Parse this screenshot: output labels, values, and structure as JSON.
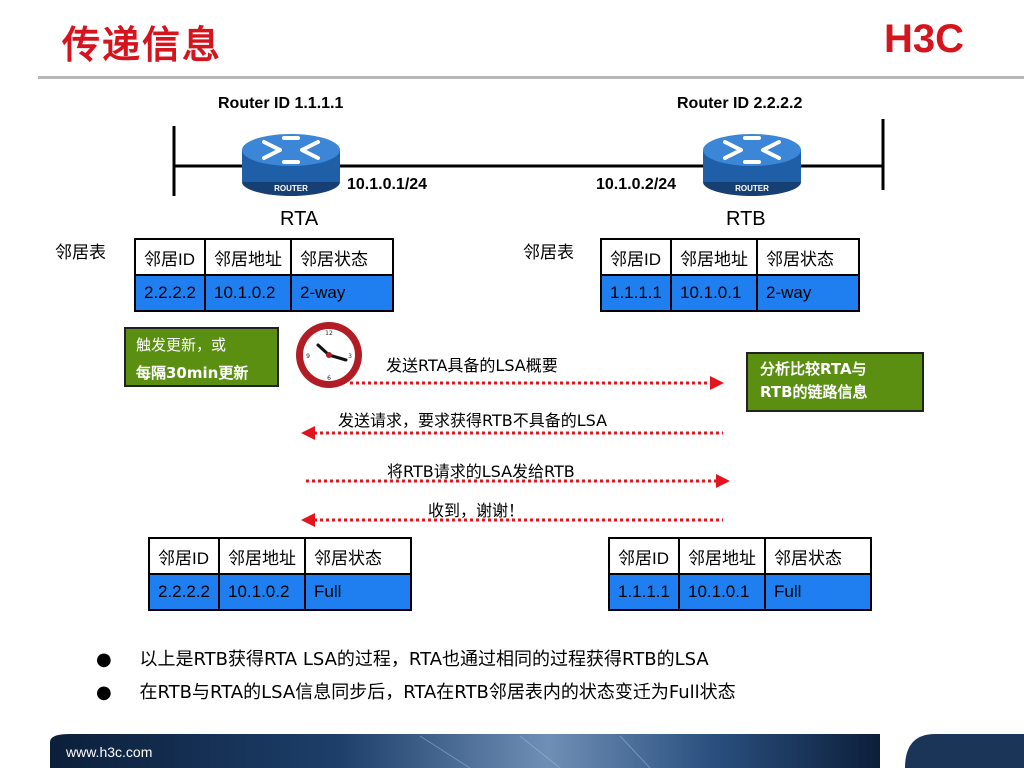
{
  "slide": {
    "title": "传递信息",
    "brand": "H3C",
    "footer_url": "www.h3c.com"
  },
  "routers": {
    "rta": {
      "router_id": "Router ID 1.1.1.1",
      "ip": "10.1.0.1/24",
      "name": "RTA",
      "icon_label": "ROUTER"
    },
    "rtb": {
      "router_id": "Router ID 2.2.2.2",
      "ip": "10.1.0.2/24",
      "name": "RTB",
      "icon_label": "ROUTER"
    }
  },
  "neighbor_table_title": "邻居表",
  "table_headers": [
    "邻居ID",
    "邻居地址",
    "邻居状态"
  ],
  "tables": {
    "rta_before": [
      "2.2.2.2",
      "10.1.0.2",
      "2-way"
    ],
    "rtb_before": [
      "1.1.1.1",
      "10.1.0.1",
      "2-way"
    ],
    "rta_after": [
      "2.2.2.2",
      "10.1.0.2",
      "Full"
    ],
    "rtb_after": [
      "1.1.1.1",
      "10.1.0.1",
      "Full"
    ]
  },
  "trigger_box": {
    "line1": "触发更新，或",
    "line2": "每隔30min更新"
  },
  "analyze_box": {
    "line1": "分析比较RTA与",
    "line2": "RTB的链路信息"
  },
  "messages": [
    {
      "text": "发送RTA具备的LSA概要",
      "direction": "right"
    },
    {
      "text": "发送请求，要求获得RTB不具备的LSA",
      "direction": "left"
    },
    {
      "text": "将RTB请求的LSA发给RTB",
      "direction": "right"
    },
    {
      "text": "收到，谢谢！",
      "direction": "left"
    }
  ],
  "bullets": [
    "以上是RTB获得RTA LSA的过程，RTA也通过相同的过程获得RTB的LSA",
    "在RTB与RTA的LSA信息同步后，RTA在RTB邻居表内的状态变迁为Full状态"
  ],
  "colors": {
    "title_red": "#d6141e",
    "table_blue": "#1f7ff0",
    "box_green": "#5a8f12",
    "arrow_red": "#e3141e",
    "router_blue": "#1f5fa8"
  }
}
